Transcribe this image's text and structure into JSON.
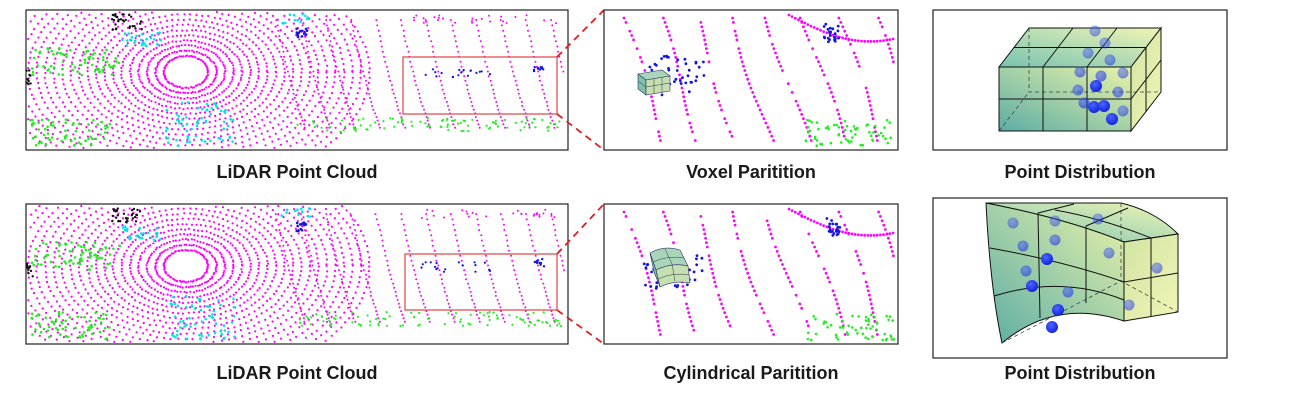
{
  "rows": [
    {
      "scene_label": "LiDAR Point Cloud",
      "partition_label": "Voxel Paritition",
      "distribution_label": "Point Distribution",
      "partition_type": "voxel"
    },
    {
      "scene_label": "LiDAR Point Cloud",
      "partition_label": "Cylindrical Paritition",
      "distribution_label": "Point Distribution",
      "partition_type": "cylindrical"
    }
  ],
  "colors": {
    "road": "#ff00ff",
    "vegetation": "#22ee22",
    "building": "#00e5e5",
    "vehicle": "#1515e0",
    "other": "#111111",
    "highlight_box": "#e05050",
    "zoom_connector": "#e02020",
    "grid_fill_dark": "#3f9f96",
    "grid_fill_light": "#e6f09a",
    "point": "#1a2cf0"
  }
}
